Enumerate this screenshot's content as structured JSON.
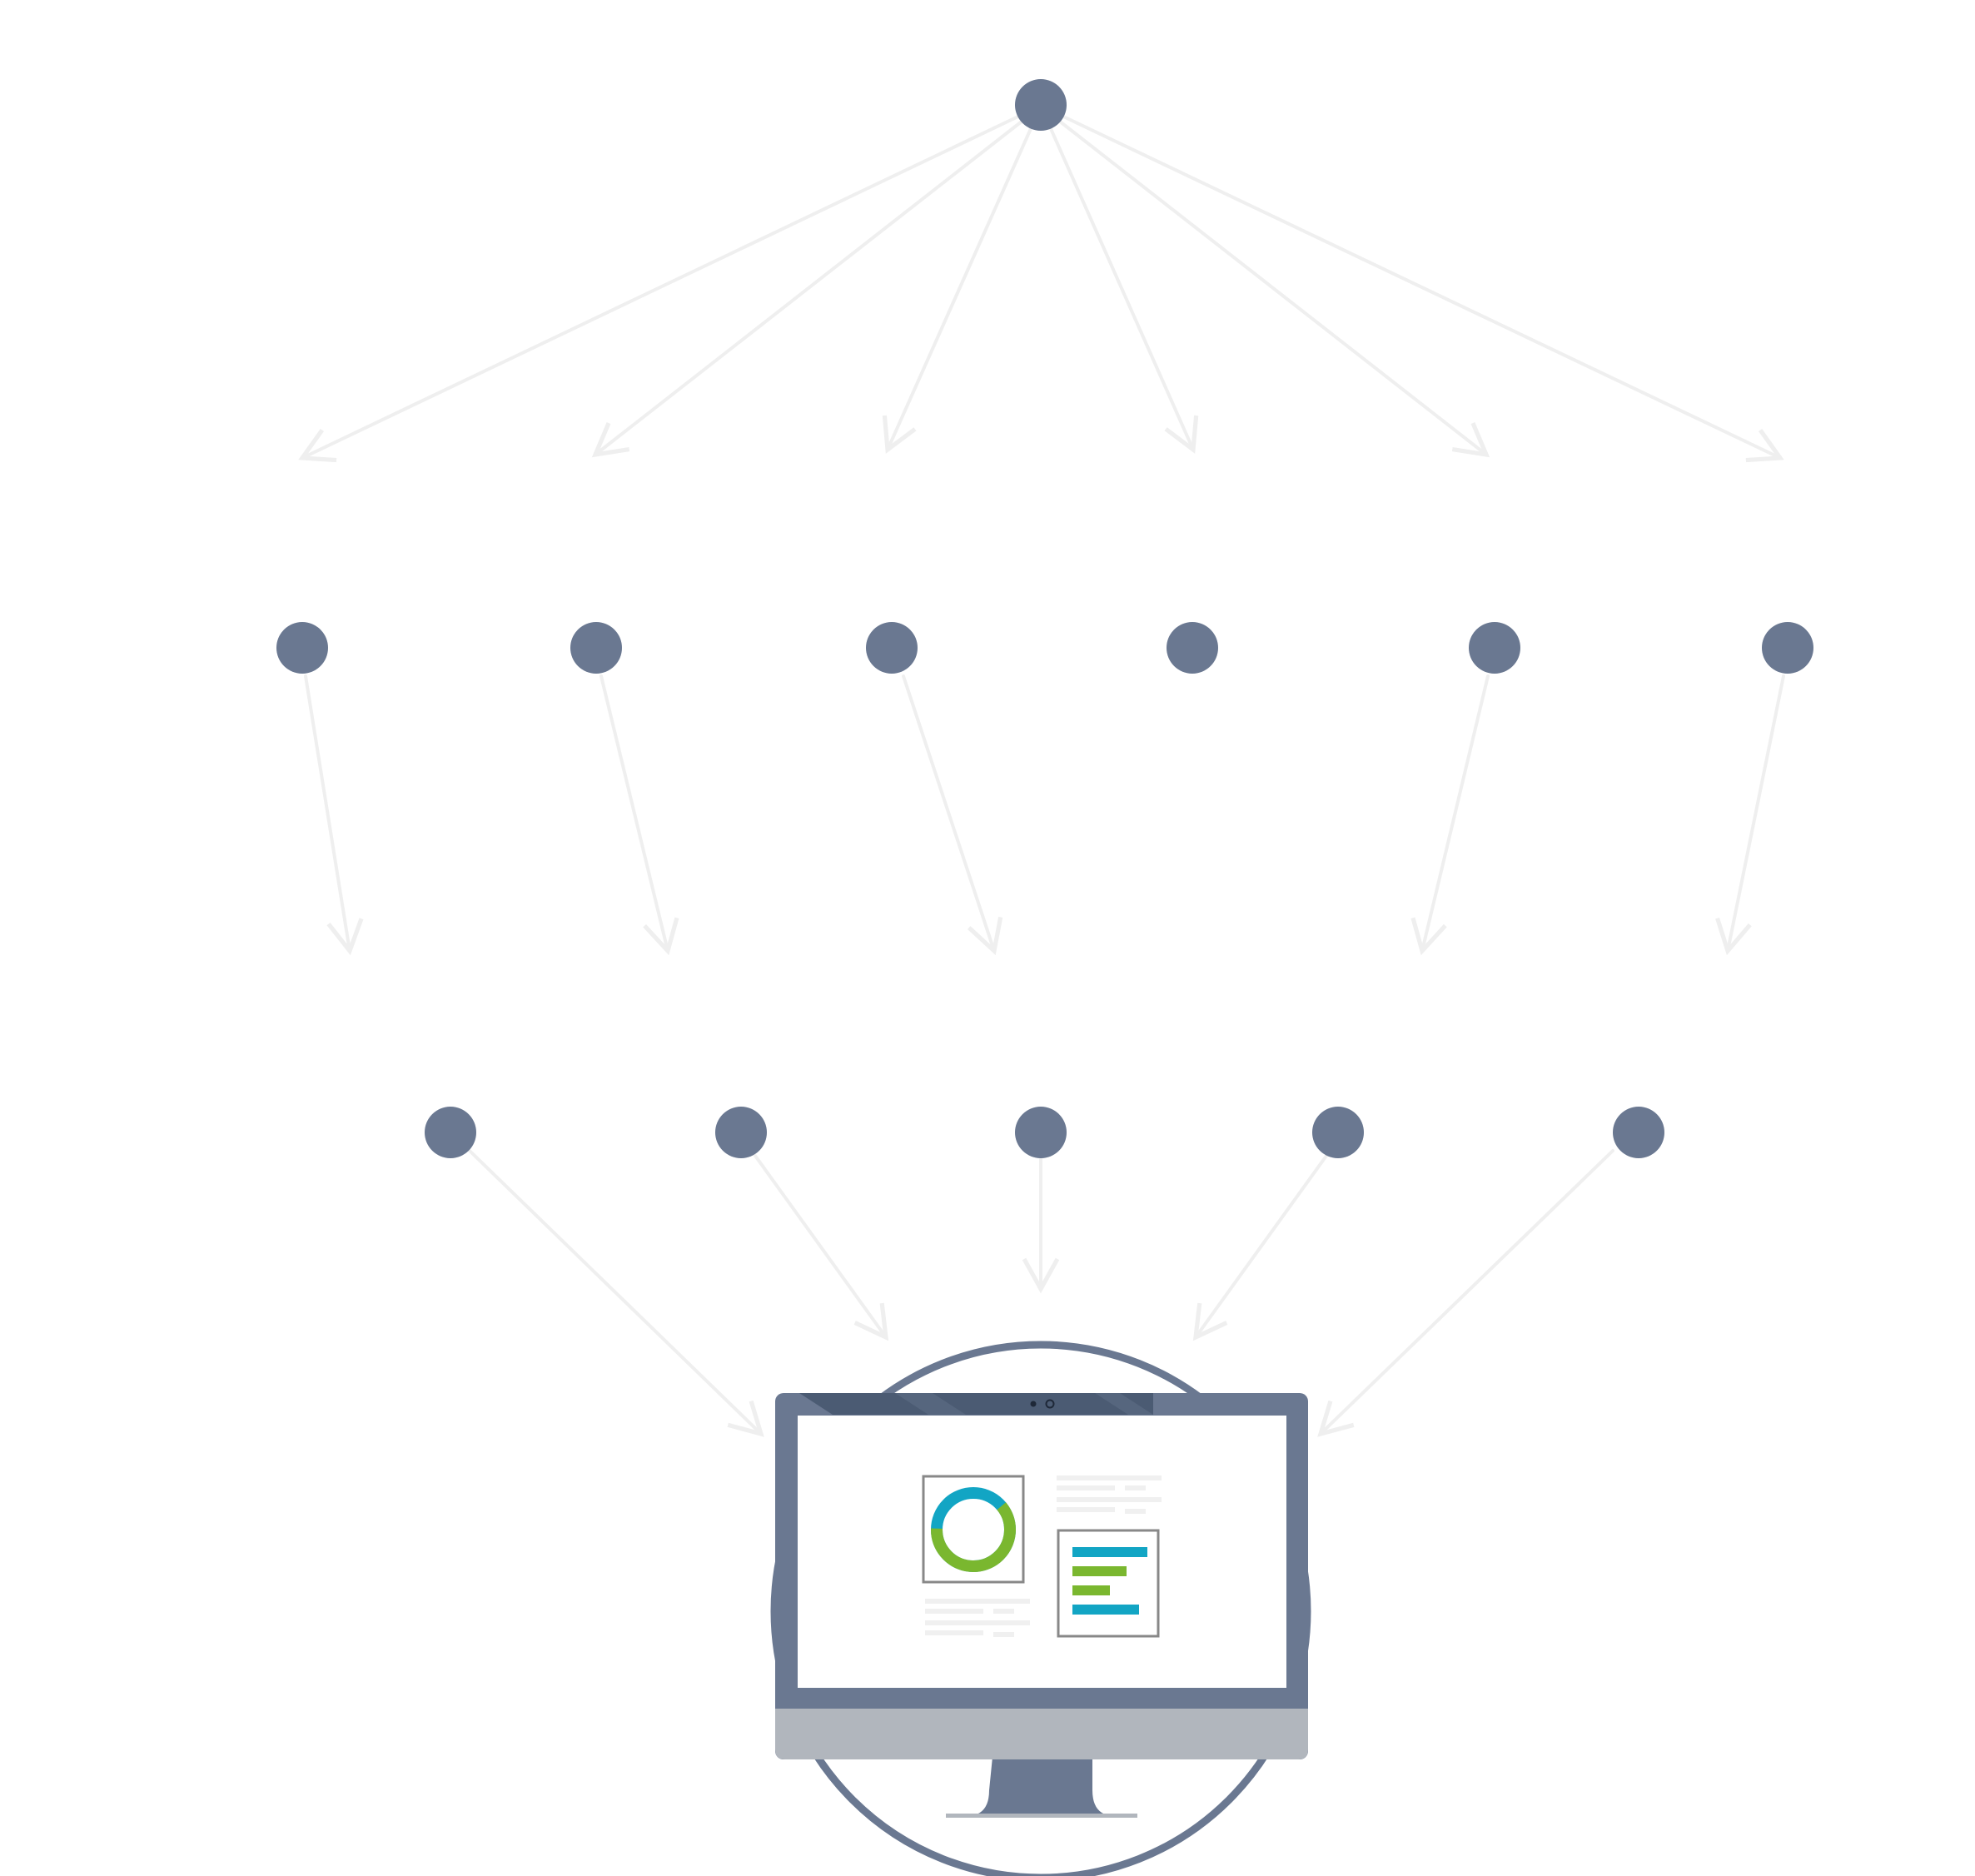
{
  "diagram": {
    "type": "hierarchy-flow",
    "levels": [
      {
        "name": "root",
        "node_count": 1
      },
      {
        "name": "tier-2",
        "node_count": 6
      },
      {
        "name": "tier-3",
        "node_count": 5
      }
    ],
    "destination": {
      "icon": "monitor-dashboard-icon"
    }
  },
  "colors": {
    "node": "#6a7891",
    "arrow": "#efefef",
    "monitor_frame": "#6a7891",
    "monitor_top_bar": "#4b5b73",
    "monitor_chin": "#b1b6bd",
    "accent_green": "#7ab72f",
    "accent_blue": "#12a5c4",
    "text_placeholder": "#f0f0f0",
    "panel_border": "#888888"
  }
}
